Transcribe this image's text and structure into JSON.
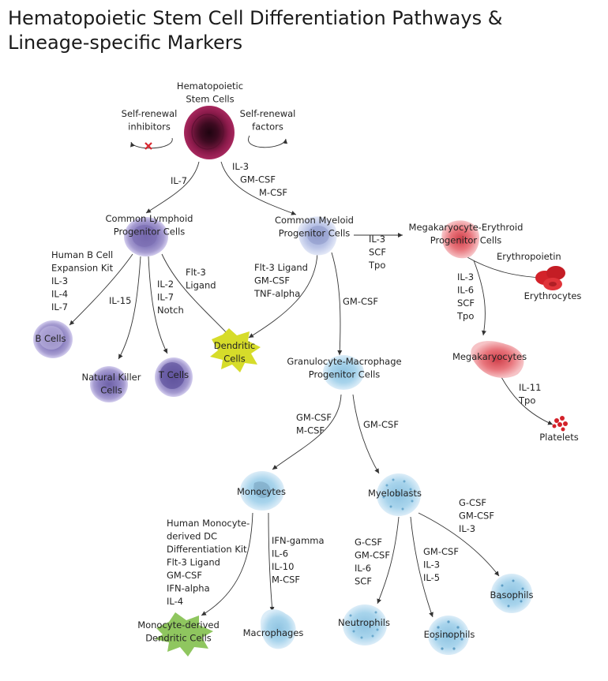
{
  "title": {
    "line1": "Hematopoietic Stem Cell Differentiation Pathways &",
    "line2": "Lineage-specific Markers"
  },
  "colors": {
    "stem": "#8a1a4a",
    "lymphoid": "#a59bd0",
    "myeloid": "#b9c3e6",
    "erythroid": "#e8747b",
    "red_cell": "#d3222a",
    "granulocyte": "#a8d4ec",
    "dendritic_yellow": "#d6dc2a",
    "dendritic_green": "#8fc65f",
    "inhibit_mark": "#d7262e"
  },
  "cells": {
    "hsc": [
      "Hematopoietic",
      "Stem Cells"
    ],
    "clp": [
      "Common Lymphoid",
      "Progenitor Cells"
    ],
    "cmp": [
      "Common Myeloid",
      "Progenitor Cells"
    ],
    "mep": [
      "Megakaryocyte-Erythroid",
      "Progenitor Cells"
    ],
    "b_cells": [
      "B Cells"
    ],
    "nk_cells": [
      "Natural Killer",
      "Cells"
    ],
    "t_cells": [
      "T Cells"
    ],
    "dendritic": [
      "Dendritic",
      "Cells"
    ],
    "gmp": [
      "Granulocyte-Macrophage",
      "Progenitor Cells"
    ],
    "erythrocytes": [
      "Erythrocytes"
    ],
    "megakaryocytes": [
      "Megakaryocytes"
    ],
    "platelets": [
      "Platelets"
    ],
    "monocytes": [
      "Monocytes"
    ],
    "myeloblasts": [
      "Myeloblasts"
    ],
    "mo_dc": [
      "Monocyte-derived",
      "Dendritic Cells"
    ],
    "macrophages": [
      "Macrophages"
    ],
    "neutrophils": [
      "Neutrophils"
    ],
    "eosinophils": [
      "Eosinophils"
    ],
    "basophils": [
      "Basophils"
    ]
  },
  "factors": {
    "self_renewal_inhibitors": [
      "Self-renewal",
      "inhibitors"
    ],
    "self_renewal_factors": [
      "Self-renewal",
      "factors"
    ],
    "hsc_to_clp": [
      "IL-7"
    ],
    "hsc_to_cmp": [
      "IL-3",
      "GM-CSF",
      "M-CSF"
    ],
    "clp_to_b": [
      "Human B Cell",
      "Expansion Kit",
      "IL-3",
      "IL-4",
      "IL-7"
    ],
    "clp_to_nk": [
      "IL-15"
    ],
    "clp_to_t": [
      "IL-2",
      "IL-7",
      "Notch"
    ],
    "clp_to_dc": [
      "Flt-3",
      "Ligand"
    ],
    "cmp_to_dc": [
      "Flt-3 Ligand",
      "GM-CSF",
      "TNF-alpha"
    ],
    "cmp_to_mep": [
      "IL-3",
      "SCF",
      "Tpo"
    ],
    "cmp_to_gmp": [
      "GM-CSF"
    ],
    "mep_to_ery": [
      "Erythropoietin"
    ],
    "mep_to_mk": [
      "IL-3",
      "IL-6",
      "SCF",
      "Tpo"
    ],
    "mk_to_plt": [
      "IL-11",
      "Tpo"
    ],
    "gmp_to_mono": [
      "GM-CSF",
      "M-CSF"
    ],
    "gmp_to_myelo": [
      "GM-CSF"
    ],
    "mono_to_modc": [
      "Human Monocyte-",
      "derived DC",
      "Differentiation Kit",
      "Flt-3 Ligand",
      "GM-CSF",
      "IFN-alpha",
      "IL-4"
    ],
    "mono_to_mac": [
      "IFN-gamma",
      "IL-6",
      "IL-10",
      "M-CSF"
    ],
    "myelo_to_neut": [
      "G-CSF",
      "GM-CSF",
      "IL-6",
      "SCF"
    ],
    "myelo_to_eos": [
      "GM-CSF",
      "IL-3",
      "IL-5"
    ],
    "myelo_to_baso": [
      "G-CSF",
      "GM-CSF",
      "IL-3"
    ]
  }
}
